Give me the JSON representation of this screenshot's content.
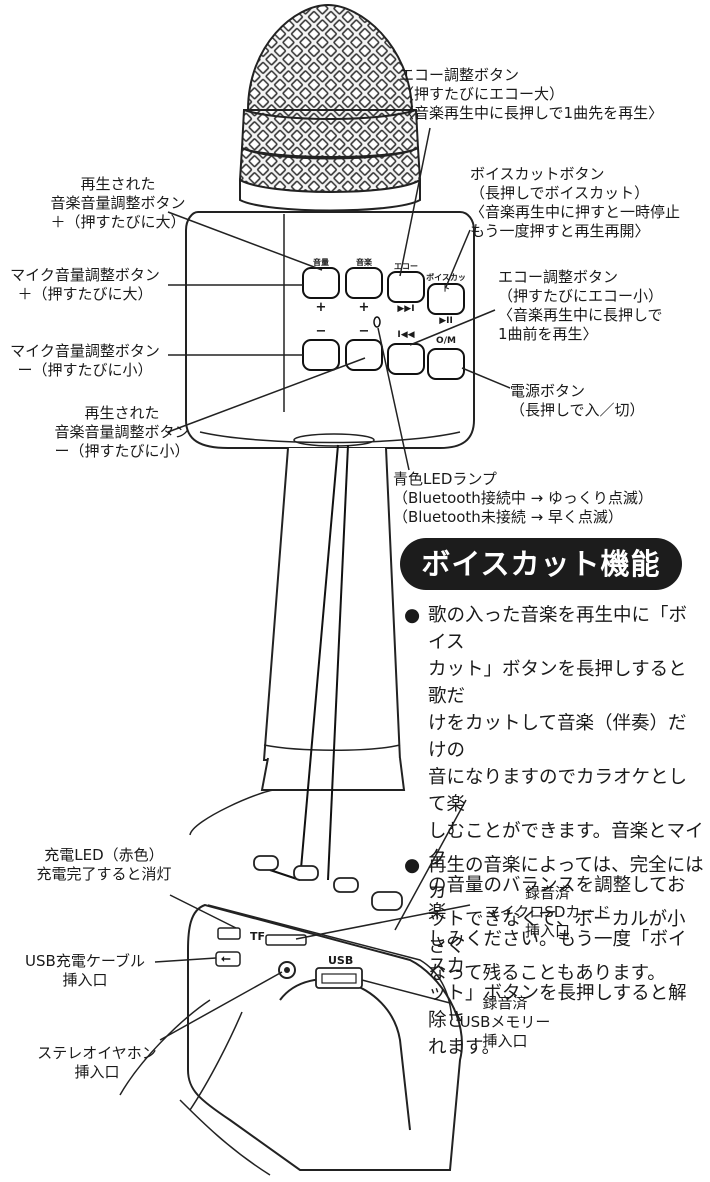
{
  "labels": {
    "echo_up": "エコー調整ボタン\n（押すたびにエコー大）\n〈音楽再生中に長押しで1曲先を再生〉",
    "voice_cut": "ボイスカットボタン\n（長押しでボイスカット）\n〈音楽再生中に押すと一時停止\nもう一度押すと再生再開〉",
    "echo_down": "エコー調整ボタン\n（押すたびにエコー小）\n〈音楽再生中に長押しで\n1曲前を再生〉",
    "power": "電源ボタン\n（長押しで入／切）",
    "music_vol_up": "再生された\n音楽音量調整ボタン\n＋（押すたびに大）",
    "mic_vol_up": "マイク音量調整ボタン\n＋（押すたびに大）",
    "mic_vol_down": "マイク音量調整ボタン\nー（押すたびに小）",
    "music_vol_down": "再生された\n音楽音量調整ボタン\nー（押すたびに小）",
    "led": "青色LEDランプ\n（Bluetooth接続中 → ゆっくり点滅）\n（Bluetooth未接続 → 早く点滅）",
    "charge_led": "充電LED（赤色）\n充電完了すると消灯",
    "usb_cable": "USB充電ケーブル\n挿入口",
    "earphone": "ステレオイヤホン\n挿入口",
    "sd": "録音済\nマイクロSDカード\n挿入口",
    "usb_mem": "録音済\nUSBメモリー\n挿入口"
  },
  "buttons": {
    "vol_label": "音量",
    "music_label": "音楽",
    "echo_label": "エコー",
    "voicecut_label": "ボイスカット",
    "plus": "+",
    "minus": "−",
    "next": "▶▶I",
    "playpause": "▶II",
    "prev": "I◀◀",
    "onoff": "O/M"
  },
  "ports": {
    "tf": "TF",
    "usb": "USB",
    "usb_symbol": "⭠"
  },
  "feature": {
    "title": "ボイスカット機能",
    "bullet": "●",
    "p1": "歌の入った音楽を再生中に「ボイス\nカット」ボタンを長押しすると歌だ\nけをカットして音楽（伴奏）だけの\n音になりますのでカラオケとして楽\nしむことができます。音楽とマイク\nの音量のバランスを調整してお楽\nしみください。もう一度「ボイスカ\nット」ボタンを長押しすると解除さ\nれます。",
    "p2": "再生の音楽によっては、完全にはカ\nットできなくて、ボーカルが小さく\nなって残ることもあります。"
  }
}
